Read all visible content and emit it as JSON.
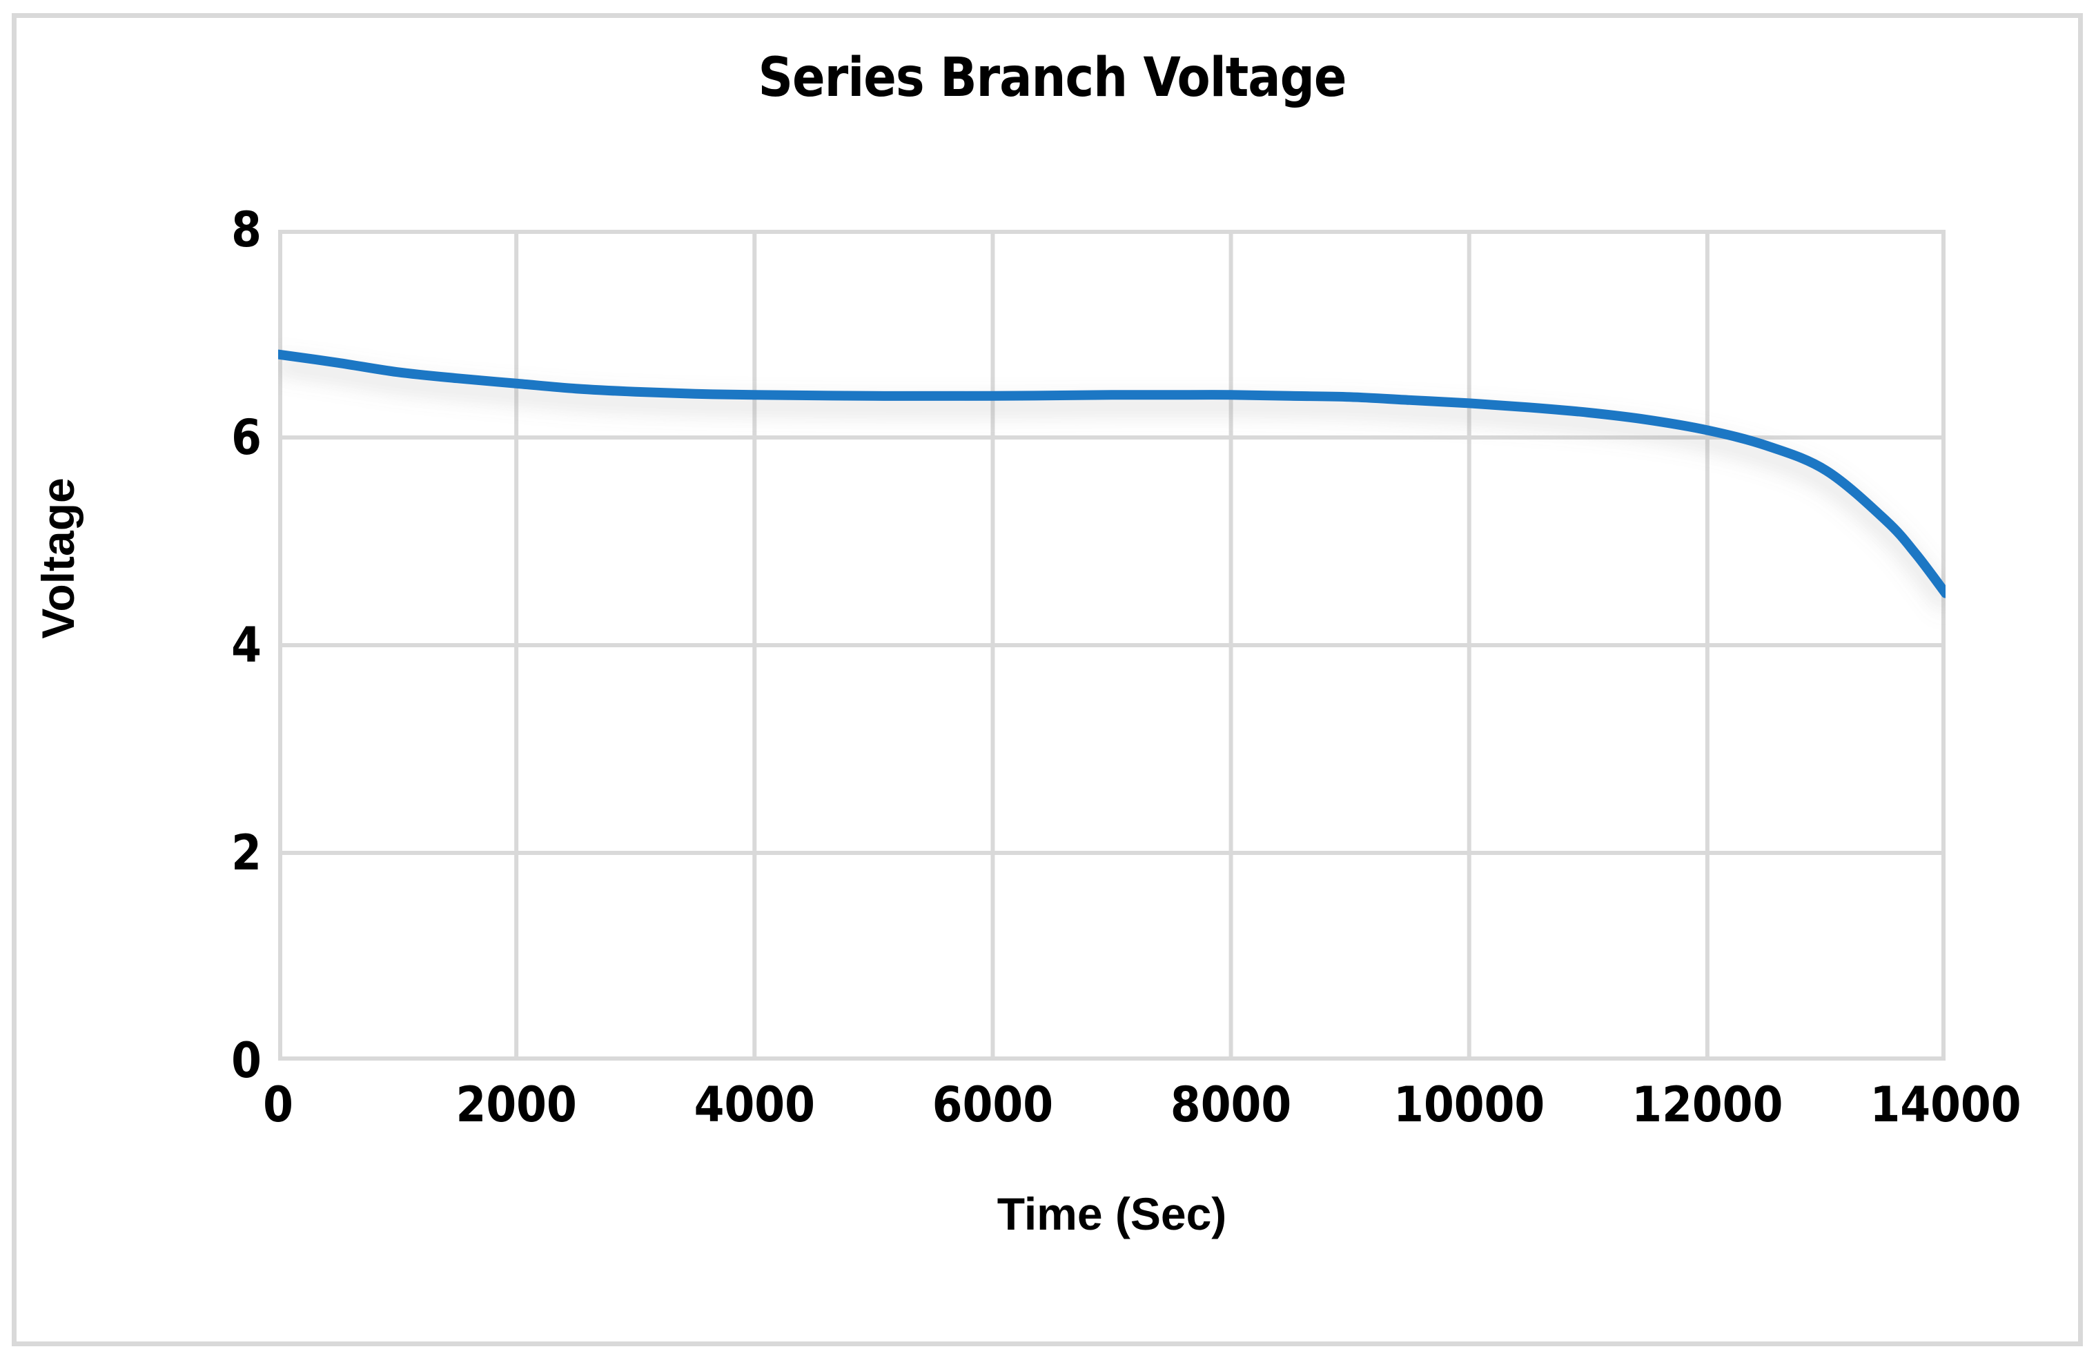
{
  "chart_data": {
    "type": "line",
    "title": "Series Branch Voltage",
    "xlabel": "Time (Sec)",
    "ylabel": "Voltage",
    "xlim": [
      0,
      14000
    ],
    "ylim": [
      0,
      8
    ],
    "grid": true,
    "legend": "none",
    "xticks": [
      "0",
      "2000",
      "4000",
      "6000",
      "8000",
      "10000",
      "12000",
      "14000"
    ],
    "xtick_values": [
      0,
      2000,
      4000,
      6000,
      8000,
      10000,
      12000,
      14000
    ],
    "yticks": [
      "0",
      "2",
      "4",
      "6",
      "8"
    ],
    "ytick_values": [
      0,
      2,
      4,
      6,
      8
    ],
    "series": [
      {
        "name": "Series Branch Voltage",
        "color": "#1F77C4",
        "line_width": 14,
        "smooth": true,
        "x": [
          0,
          500,
          1000,
          1500,
          2000,
          2500,
          3000,
          3500,
          4000,
          5000,
          6000,
          7000,
          7500,
          8000,
          8500,
          9000,
          9500,
          10000,
          10500,
          11000,
          11500,
          12000,
          12500,
          13000,
          13500,
          13750,
          14000
        ],
        "y": [
          6.8,
          6.72,
          6.63,
          6.57,
          6.52,
          6.47,
          6.44,
          6.42,
          6.41,
          6.4,
          6.4,
          6.41,
          6.41,
          6.41,
          6.4,
          6.39,
          6.36,
          6.33,
          6.29,
          6.24,
          6.17,
          6.07,
          5.92,
          5.68,
          5.2,
          4.88,
          4.5
        ]
      }
    ]
  },
  "colors": {
    "line": "#1F77C4",
    "gridline": "#D9D9D9",
    "axis_line": "#D9D9D9",
    "frame_border": "#D9D9D9",
    "background": "#FFFFFF",
    "text": "#000000"
  }
}
